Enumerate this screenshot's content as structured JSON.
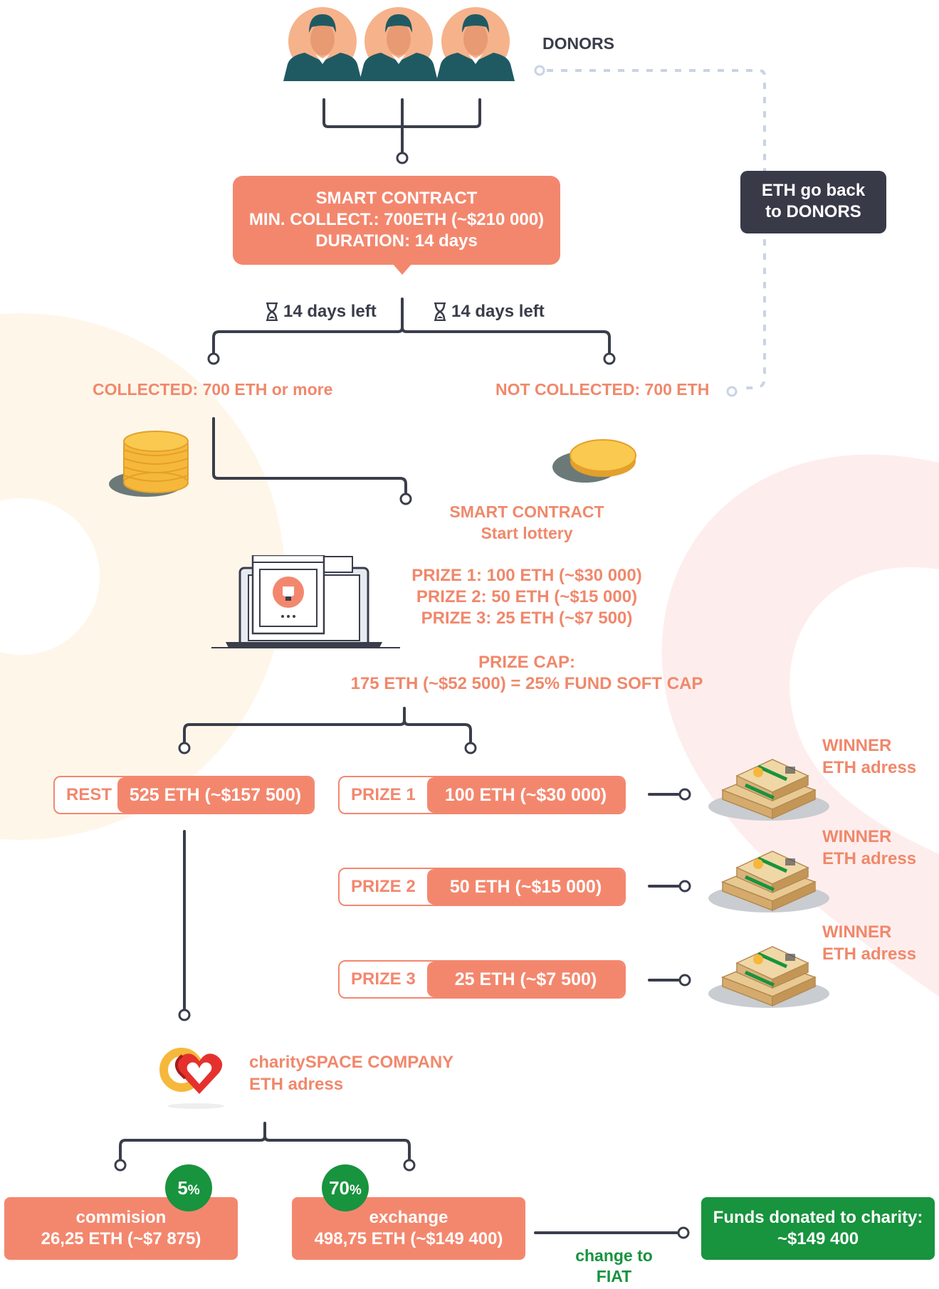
{
  "donors": {
    "label": "DONORS"
  },
  "smart_contract": {
    "line1": "SMART CONTRACT",
    "line2": "MIN. COLLECT.: 700ETH (~$210 000)",
    "line3": "DURATION: 14 days"
  },
  "refund": {
    "line1": "ETH go back",
    "line2": "to DONORS"
  },
  "timers": {
    "left": "14 days left",
    "right": "14 days left"
  },
  "outcomes": {
    "collected": "COLLECTED: 700 ETH or more",
    "not_collected": "NOT COLLECTED: 700 ETH"
  },
  "lottery": {
    "line1": "SMART CONTRACT",
    "line2": "Start lottery",
    "prizes": [
      "PRIZE 1: 100 ETH (~$30 000)",
      "PRIZE 2: 50 ETH (~$15 000)",
      "PRIZE 3: 25 ETH (~$7 500)"
    ],
    "cap_title": "PRIZE CAP:",
    "cap_value": "175 ETH (~$52 500) = 25% FUND SOFT CAP"
  },
  "rest": {
    "label": "REST",
    "value": "525 ETH (~$157 500)"
  },
  "prize_rows": [
    {
      "label": "PRIZE 1",
      "value": "100 ETH (~$30 000)",
      "winner1": "WINNER",
      "winner2": "ETH adress"
    },
    {
      "label": "PRIZE 2",
      "value": "50 ETH (~$15 000)",
      "winner1": "WINNER",
      "winner2": "ETH adress"
    },
    {
      "label": "PRIZE 3",
      "value": "25 ETH (~$7 500)",
      "winner1": "WINNER",
      "winner2": "ETH adress"
    }
  ],
  "company": {
    "line1": "charitySPACE COMPANY",
    "line2": "ETH adress"
  },
  "commission": {
    "badge_num": "5",
    "badge_pct": "%",
    "line1": "commision",
    "line2": "26,25 ETH (~$7 875)"
  },
  "exchange": {
    "badge_num": "70",
    "badge_pct": "%",
    "line1": "exchange",
    "line2": "498,75 ETH (~$149 400)"
  },
  "fiat": {
    "line1": "change to",
    "line2": "FIAT"
  },
  "funds": {
    "line1": "Funds donated to charity:",
    "line2": "~$149 400"
  },
  "colors": {
    "salmon": "#f3876e",
    "dark": "#3a3d4a",
    "green": "#18933e",
    "gold": "#f6b83a",
    "teal": "#1f5a63",
    "skin": "#f6b28b"
  }
}
